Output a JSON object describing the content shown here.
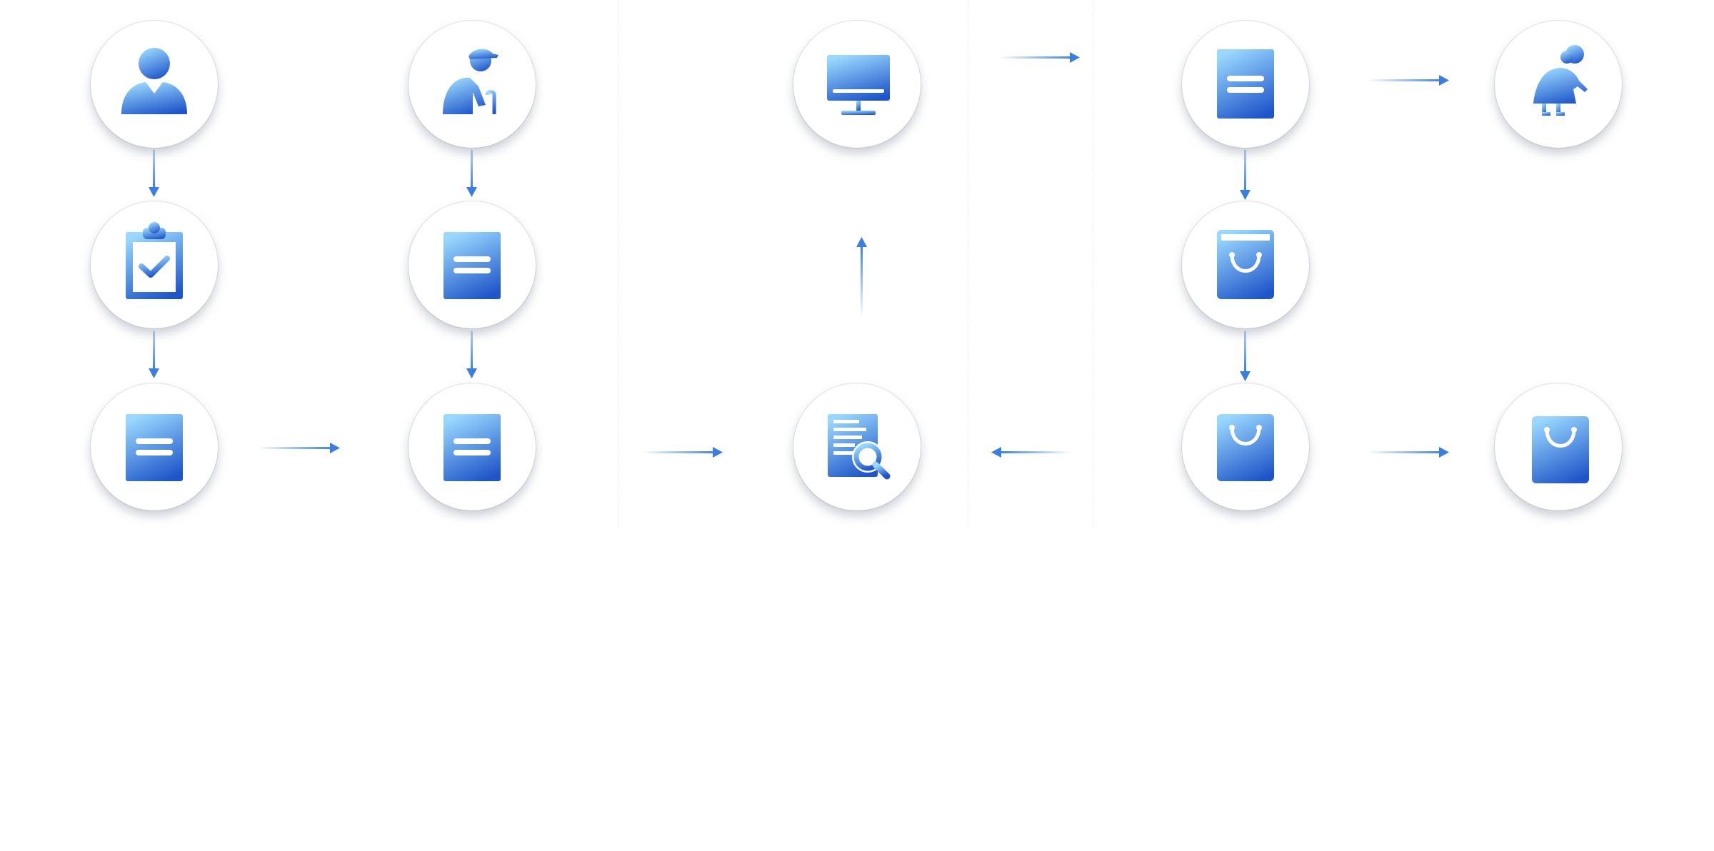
{
  "colors": {
    "icon_gradient_top": "#9ad8ff",
    "icon_gradient_bottom": "#1f55c9",
    "arrow": "#3a7fe0",
    "node_fill": "#ffffff"
  },
  "nodes": [
    {
      "id": "n1",
      "icon": "person-icon"
    },
    {
      "id": "n2",
      "icon": "clipboard-check-icon"
    },
    {
      "id": "n3",
      "icon": "document-icon"
    },
    {
      "id": "n4",
      "icon": "elderly-man-with-cane-icon"
    },
    {
      "id": "n5",
      "icon": "document-icon"
    },
    {
      "id": "n6",
      "icon": "document-icon"
    },
    {
      "id": "n7",
      "icon": "monitor-icon"
    },
    {
      "id": "n8",
      "icon": "document-search-icon"
    },
    {
      "id": "n9",
      "icon": "document-icon"
    },
    {
      "id": "n10",
      "icon": "shopping-bag-icon"
    },
    {
      "id": "n11",
      "icon": "shopping-bag-icon"
    },
    {
      "id": "n12",
      "icon": "elderly-woman-with-cane-icon"
    },
    {
      "id": "n13",
      "icon": "shopping-bag-icon"
    }
  ],
  "edges": [
    [
      "n1",
      "n2"
    ],
    [
      "n2",
      "n3"
    ],
    [
      "n3",
      "n6"
    ],
    [
      "n4",
      "n5"
    ],
    [
      "n5",
      "n6"
    ],
    [
      "n6",
      "n8"
    ],
    [
      "n8",
      "n7"
    ],
    [
      "n7",
      "n9"
    ],
    [
      "n9",
      "n10"
    ],
    [
      "n10",
      "n11"
    ],
    [
      "n11",
      "n8"
    ],
    [
      "n9",
      "n12"
    ],
    [
      "n11",
      "n13"
    ]
  ]
}
